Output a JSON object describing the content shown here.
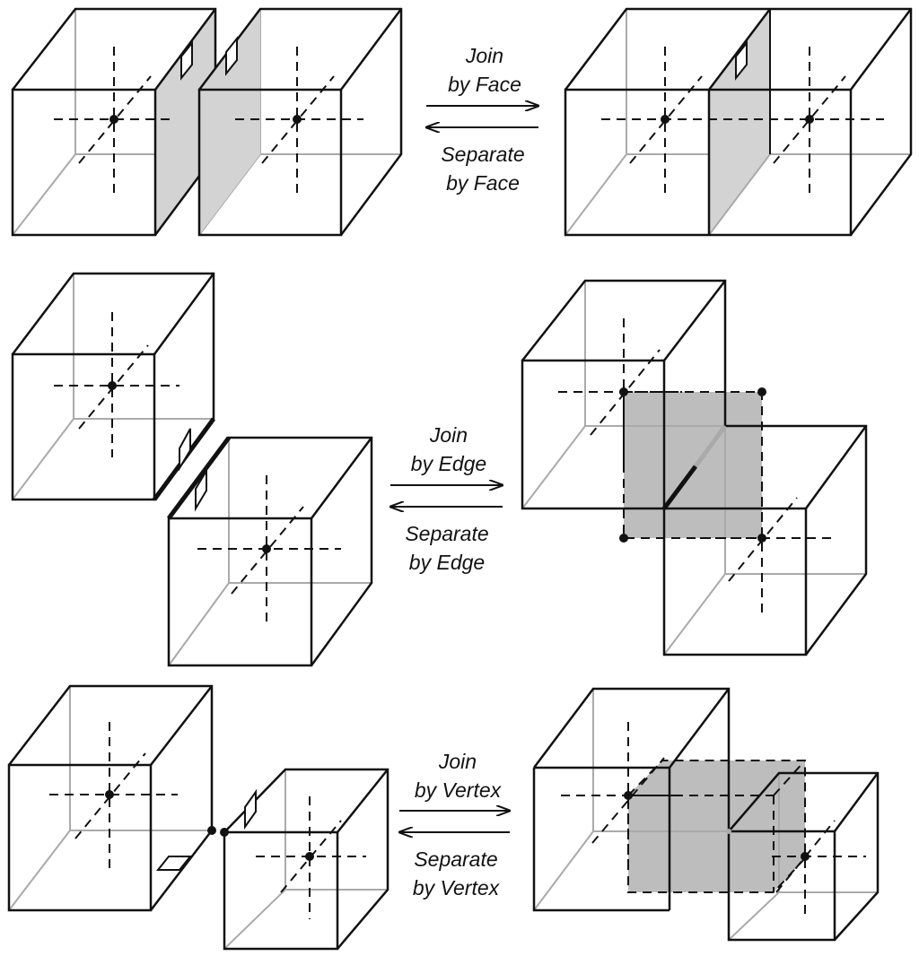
{
  "rows": [
    {
      "join": [
        "Join",
        "by Face"
      ],
      "separate": [
        "Separate",
        "by Face"
      ]
    },
    {
      "join": [
        "Join",
        "by Edge"
      ],
      "separate": [
        "Separate",
        "by Edge"
      ]
    },
    {
      "join": [
        "Join",
        "by Vertex"
      ],
      "separate": [
        "Separate",
        "by Vertex"
      ]
    }
  ],
  "colors": {
    "edge": "#111111",
    "hidden_edge": "#aaaaaa",
    "shared_fill": "#cfcfcf"
  }
}
